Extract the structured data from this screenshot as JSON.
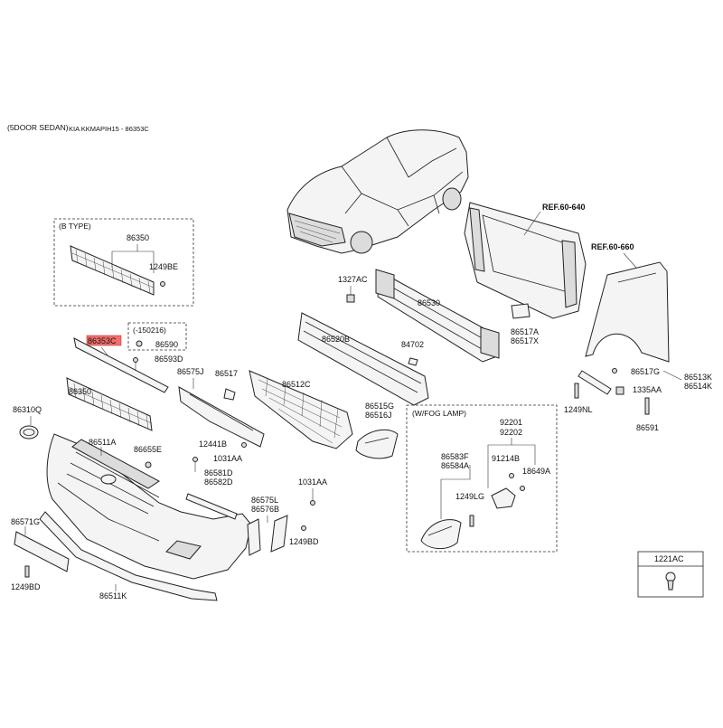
{
  "header": {
    "title": "(5DOOR SEDAN)",
    "source": "KIA KKMAPIH15 - 86353C"
  },
  "boxes": {
    "b_type": "(B TYPE)",
    "date_code": "(-150216)",
    "fog_lamp": "(W/FOG LAMP)",
    "fastener_box": "1221AC"
  },
  "refs": {
    "ref_640": "REF.60-640",
    "ref_660": "REF.60-660"
  },
  "labels": {
    "p86350_b": "86350",
    "p1249BE": "1249BE",
    "p86353C": "86353C",
    "p86590": "86590",
    "p86593D": "86593D",
    "p86350": "86350",
    "p86310Q": "86310Q",
    "p86511A": "86511A",
    "p86655E": "86655E",
    "p86575J": "86575J",
    "p86517": "86517",
    "p12441B": "12441B",
    "p1031AA_a": "1031AA",
    "p86581D": "86581D",
    "p86582D": "86582D",
    "p86575L": "86575L",
    "p86576B": "86576B",
    "p1031AA_b": "1031AA",
    "p1249BD_a": "1249BD",
    "p86571G": "86571G",
    "p1249BD_b": "1249BD",
    "p86511K": "86511K",
    "p86512C": "86512C",
    "p86520B": "86520B",
    "p84702": "84702",
    "p1327AC": "1327AC",
    "p86530": "86530",
    "p86515G": "86515G",
    "p86516J": "86516J",
    "p86517A": "86517A",
    "p86517X": "86517X",
    "p86517G": "86517G",
    "p86513K": "86513K",
    "p86514K": "86514K",
    "p1335AA": "1335AA",
    "p1249NL": "1249NL",
    "p86591": "86591",
    "p92201": "92201",
    "p92202": "92202",
    "p91214B": "91214B",
    "p18649A": "18649A",
    "p86583F": "86583F",
    "p86584A": "86584A",
    "p1249LG": "1249LG"
  },
  "colors": {
    "highlight": "#f26d6d",
    "ink": "#222222"
  }
}
